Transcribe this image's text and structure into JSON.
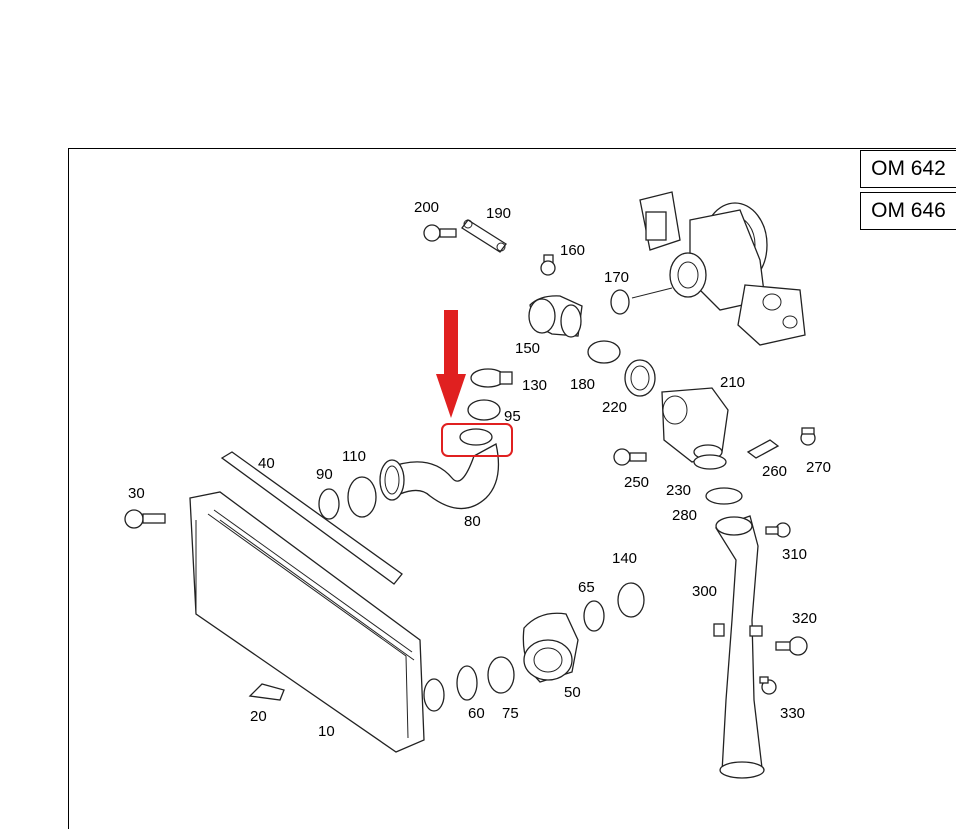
{
  "engine_variants": [
    "OM 642",
    "OM 646"
  ],
  "parts": {
    "p10": "10",
    "p20": "20",
    "p30": "30",
    "p40": "40",
    "p50": "50",
    "p60": "60",
    "p65": "65",
    "p75": "75",
    "p80": "80",
    "p90": "90",
    "p95": "95",
    "p110": "110",
    "p130": "130",
    "p140": "140",
    "p150": "150",
    "p160": "160",
    "p170": "170",
    "p180": "180",
    "p190": "190",
    "p200": "200",
    "p210": "210",
    "p220": "220",
    "p230": "230",
    "p250": "250",
    "p260": "260",
    "p270": "270",
    "p280": "280",
    "p300": "300",
    "p310": "310",
    "p320": "320",
    "p330": "330"
  },
  "highlight": {
    "part": "80",
    "color": "#e02020"
  }
}
